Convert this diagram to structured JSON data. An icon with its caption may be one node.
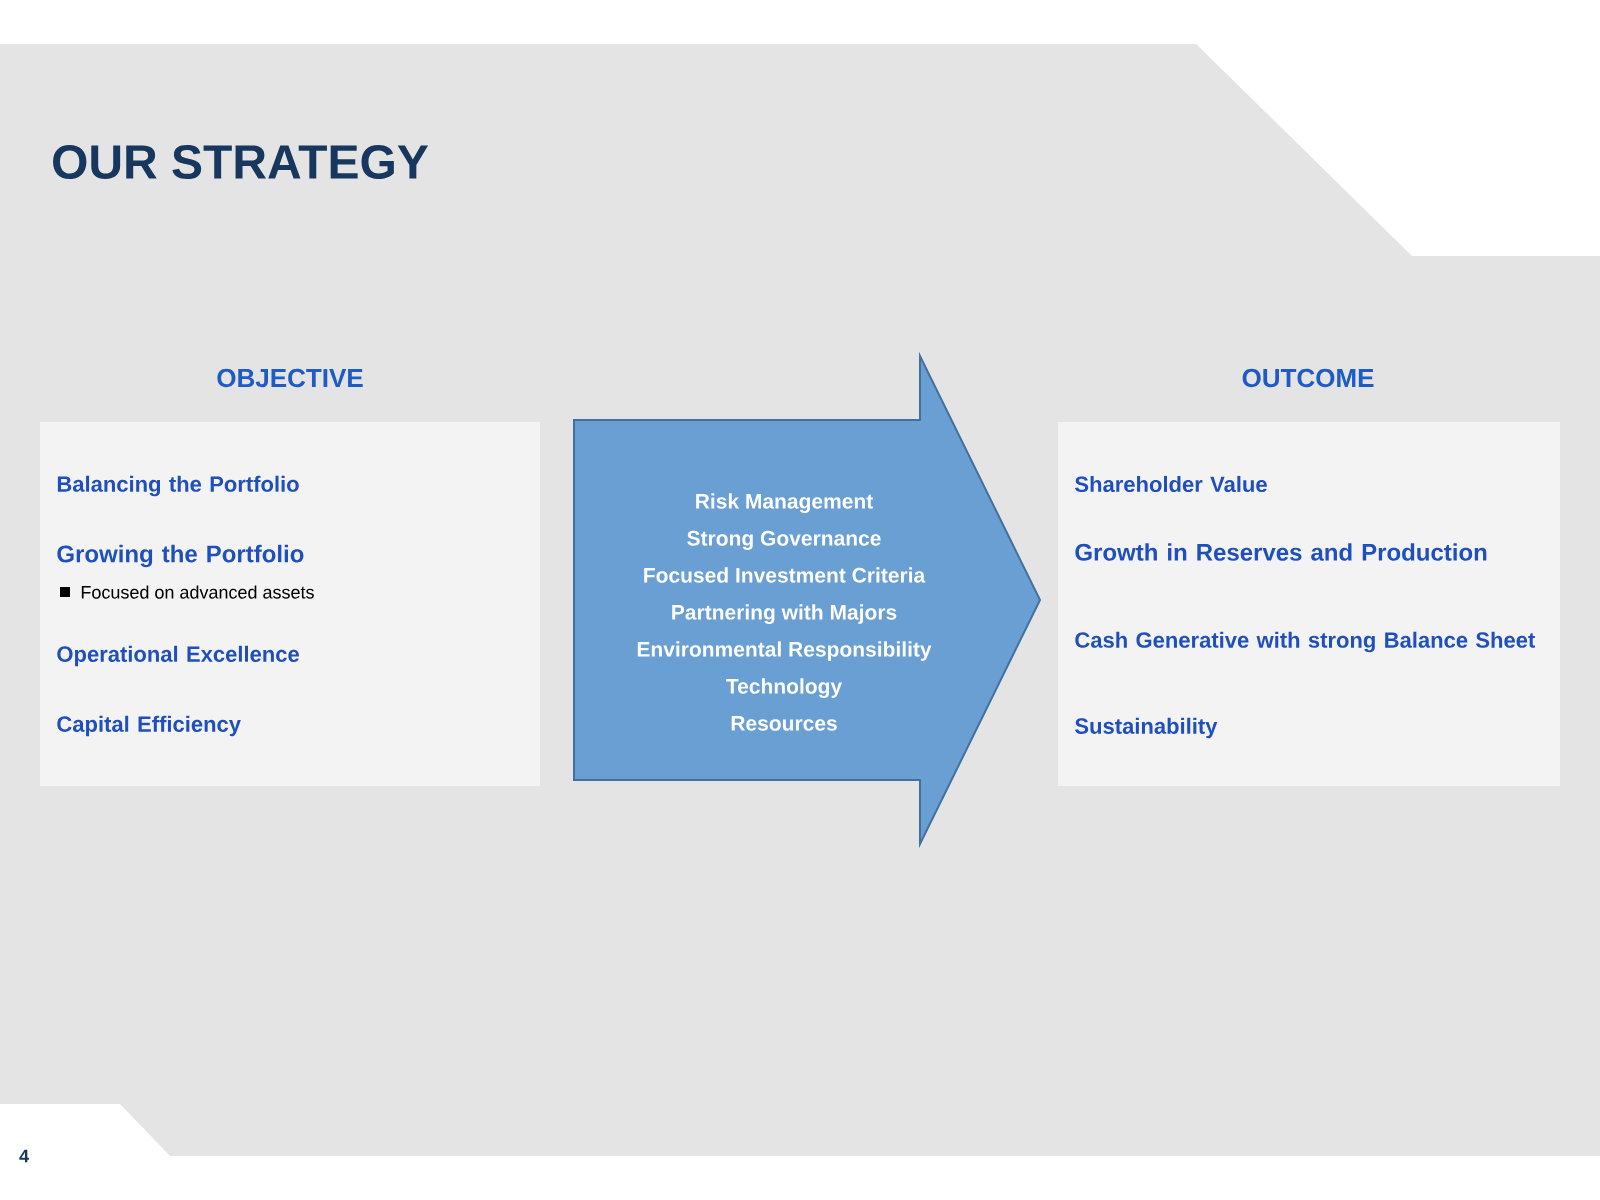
{
  "diagram": {
    "title": "OUR STRATEGY",
    "nodes": [
      {
        "text": [
          "OBJECTIVE",
          "Balancing the Portfolio",
          "Growing the Portfolio",
          "Focused on advanced assets",
          "Operational Excellence",
          "Capital Efficiency"
        ]
      },
      {
        "text": [
          "Risk Management",
          "Strong Governance",
          "Focused Investment Criteria",
          "Partnering with Majors",
          "Environmental Responsibility",
          "Technology",
          "Resources"
        ]
      },
      {
        "text": [
          "OUTCOME",
          "Shareholder Value",
          "Growth in Reserves and Production",
          "Cash Generative with strong Balance Sheet",
          "Sustainability"
        ]
      }
    ],
    "labels": [
      "4"
    ]
  }
}
